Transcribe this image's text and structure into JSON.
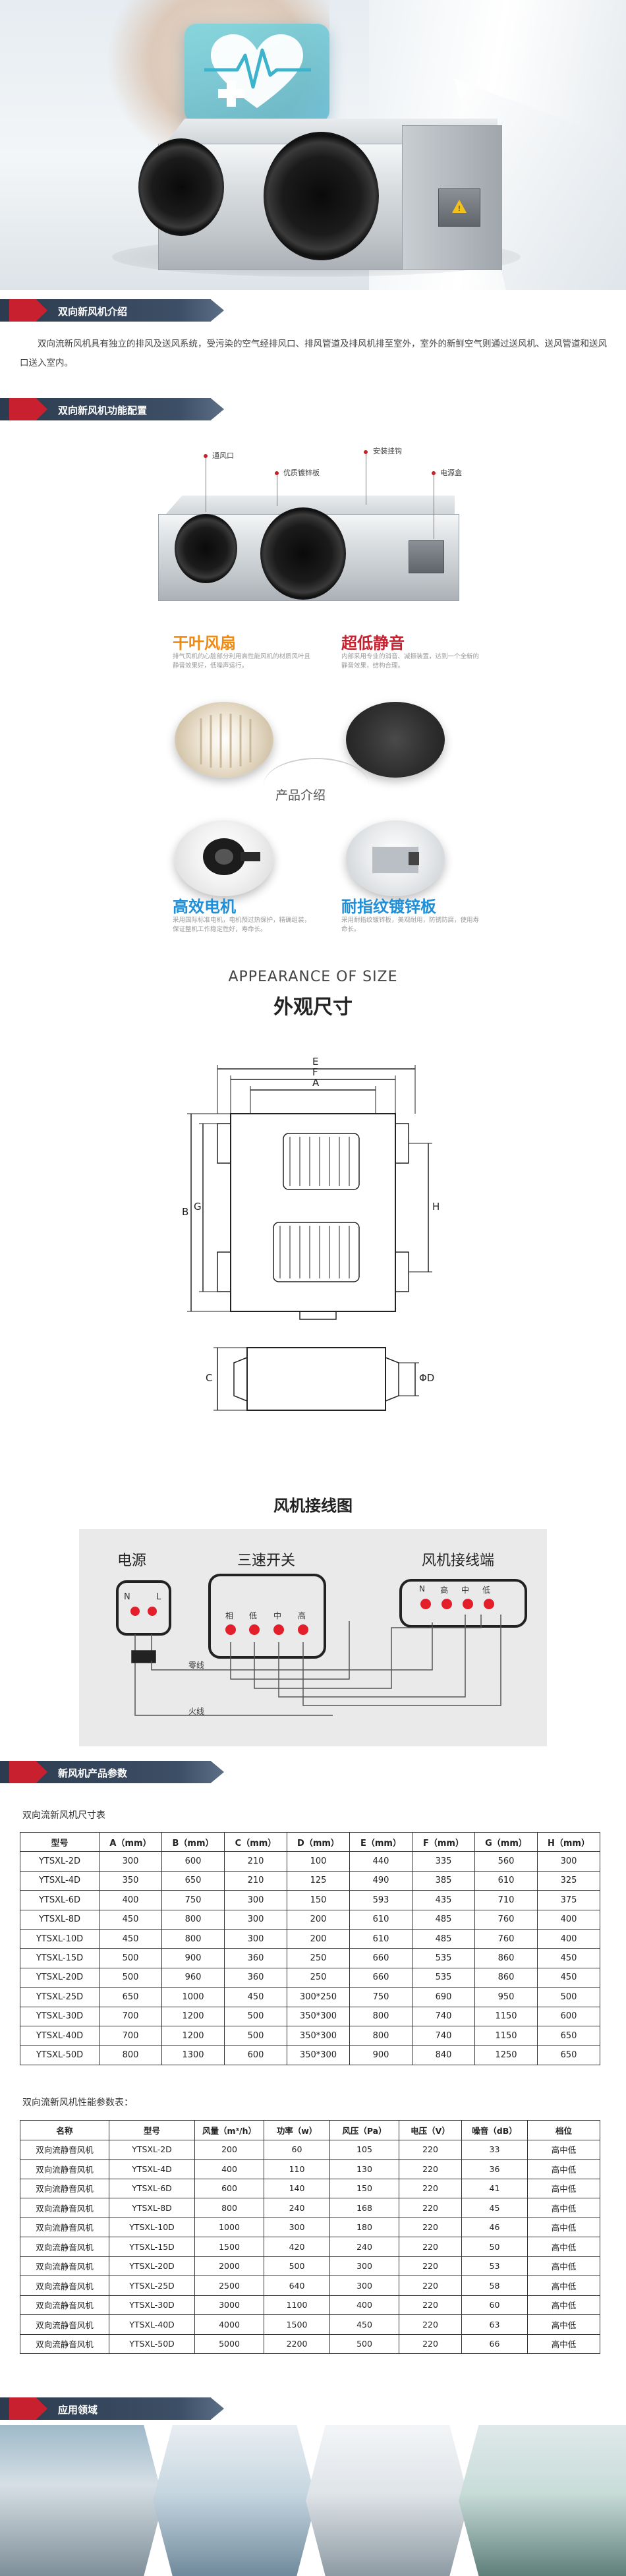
{
  "hero": {
    "medical_icon": "heart-pulse-cross-icon"
  },
  "sections": {
    "intro_title": "双向新风机介绍",
    "features_title": "双向新风机功能配置",
    "params_title": "新风机产品参数",
    "apps_title": "应用领域"
  },
  "intro_text": "双向流新风机具有独立的排风及送风系统，受污染的空气经排风口、排风管道及排风机排至室外，室外的新鲜空气则通过送风机、送风管道和送风口送入室内。",
  "callouts": {
    "vent": "通风口",
    "steel": "优质镀锌板",
    "mount": "安装挂钩",
    "ebox": "电源盒"
  },
  "features": {
    "center": "产品介绍",
    "f1": {
      "title": "干叶风扇",
      "desc": "排气风机的心脏部分利用高性能风机的材质风叶且静音效果好，低噪声运行。"
    },
    "f2": {
      "title": "超低静音",
      "desc": "内部采用专业的消音、减振装置，达到一个全新的静音效果，结构合理。"
    },
    "f3": {
      "title": "高效电机",
      "desc": "采用国际标准电机，电机预过热保护，精确组装，保证整机工作稳定性好，寿命长。"
    },
    "f4": {
      "title": "耐指纹镀锌板",
      "desc": "采用耐指纹镀锌板，美观耐用，防锈防腐，使用寿命长。"
    }
  },
  "size": {
    "en_title": "APPEARANCE OF SIZE",
    "cn_title": "外观尺寸",
    "labels": {
      "E": "E",
      "F": "F",
      "A": "A",
      "B": "B",
      "G": "G",
      "H": "H",
      "C": "C",
      "D": "ΦD"
    }
  },
  "wiring": {
    "title": "风机接线图",
    "power": "电源",
    "switch": "三速开关",
    "terminal": "风机接线端",
    "power_pins": [
      "N",
      "L"
    ],
    "switch_pins": [
      "相",
      "低",
      "中",
      "高"
    ],
    "terminal_pins": [
      "N",
      "高",
      "中",
      "低"
    ],
    "zero_wire": "零线",
    "live_wire": "火线"
  },
  "dim_table": {
    "caption": "双向流新风机尺寸表",
    "headers": [
      "型号",
      "A（mm）",
      "B（mm）",
      "C（mm）",
      "D（mm）",
      "E（mm）",
      "F（mm）",
      "G（mm）",
      "H（mm）"
    ],
    "rows": [
      [
        "YTSXL-2D",
        "300",
        "600",
        "210",
        "100",
        "440",
        "335",
        "560",
        "300"
      ],
      [
        "YTSXL-4D",
        "350",
        "650",
        "210",
        "125",
        "490",
        "385",
        "610",
        "325"
      ],
      [
        "YTSXL-6D",
        "400",
        "750",
        "300",
        "150",
        "593",
        "435",
        "710",
        "375"
      ],
      [
        "YTSXL-8D",
        "450",
        "800",
        "300",
        "200",
        "610",
        "485",
        "760",
        "400"
      ],
      [
        "YTSXL-10D",
        "450",
        "800",
        "300",
        "200",
        "610",
        "485",
        "760",
        "400"
      ],
      [
        "YTSXL-15D",
        "500",
        "900",
        "360",
        "250",
        "660",
        "535",
        "860",
        "450"
      ],
      [
        "YTSXL-20D",
        "500",
        "960",
        "360",
        "250",
        "660",
        "535",
        "860",
        "450"
      ],
      [
        "YTSXL-25D",
        "650",
        "1000",
        "450",
        "300*250",
        "750",
        "690",
        "950",
        "500"
      ],
      [
        "YTSXL-30D",
        "700",
        "1200",
        "500",
        "350*300",
        "800",
        "740",
        "1150",
        "600"
      ],
      [
        "YTSXL-40D",
        "700",
        "1200",
        "500",
        "350*300",
        "800",
        "740",
        "1150",
        "650"
      ],
      [
        "YTSXL-50D",
        "800",
        "1300",
        "600",
        "350*300",
        "900",
        "840",
        "1250",
        "650"
      ]
    ]
  },
  "perf_table": {
    "caption": "双向流新风机性能参数表：",
    "headers": [
      "名称",
      "型号",
      "风量（m³/h）",
      "功率（w）",
      "风压（Pa）",
      "电压（V）",
      "噪音（dB）",
      "档位"
    ],
    "rows": [
      [
        "双向流静音风机",
        "YTSXL-2D",
        "200",
        "60",
        "105",
        "220",
        "33",
        "高中低"
      ],
      [
        "双向流静音风机",
        "YTSXL-4D",
        "400",
        "110",
        "130",
        "220",
        "36",
        "高中低"
      ],
      [
        "双向流静音风机",
        "YTSXL-6D",
        "600",
        "140",
        "150",
        "220",
        "41",
        "高中低"
      ],
      [
        "双向流静音风机",
        "YTSXL-8D",
        "800",
        "240",
        "168",
        "220",
        "45",
        "高中低"
      ],
      [
        "双向流静音风机",
        "YTSXL-10D",
        "1000",
        "300",
        "180",
        "220",
        "46",
        "高中低"
      ],
      [
        "双向流静音风机",
        "YTSXL-15D",
        "1500",
        "420",
        "240",
        "220",
        "50",
        "高中低"
      ],
      [
        "双向流静音风机",
        "YTSXL-20D",
        "2000",
        "500",
        "300",
        "220",
        "53",
        "高中低"
      ],
      [
        "双向流静音风机",
        "YTSXL-25D",
        "2500",
        "640",
        "300",
        "220",
        "58",
        "高中低"
      ],
      [
        "双向流静音风机",
        "YTSXL-30D",
        "3000",
        "1100",
        "400",
        "220",
        "60",
        "高中低"
      ],
      [
        "双向流静音风机",
        "YTSXL-40D",
        "4000",
        "1500",
        "450",
        "220",
        "63",
        "高中低"
      ],
      [
        "双向流静音风机",
        "YTSXL-50D",
        "5000",
        "2200",
        "500",
        "220",
        "66",
        "高中低"
      ]
    ]
  },
  "colors": {
    "accent_red": "#c8202e",
    "header_navy": "#2c3b4f",
    "feature_orange": "#f08a12"
  }
}
